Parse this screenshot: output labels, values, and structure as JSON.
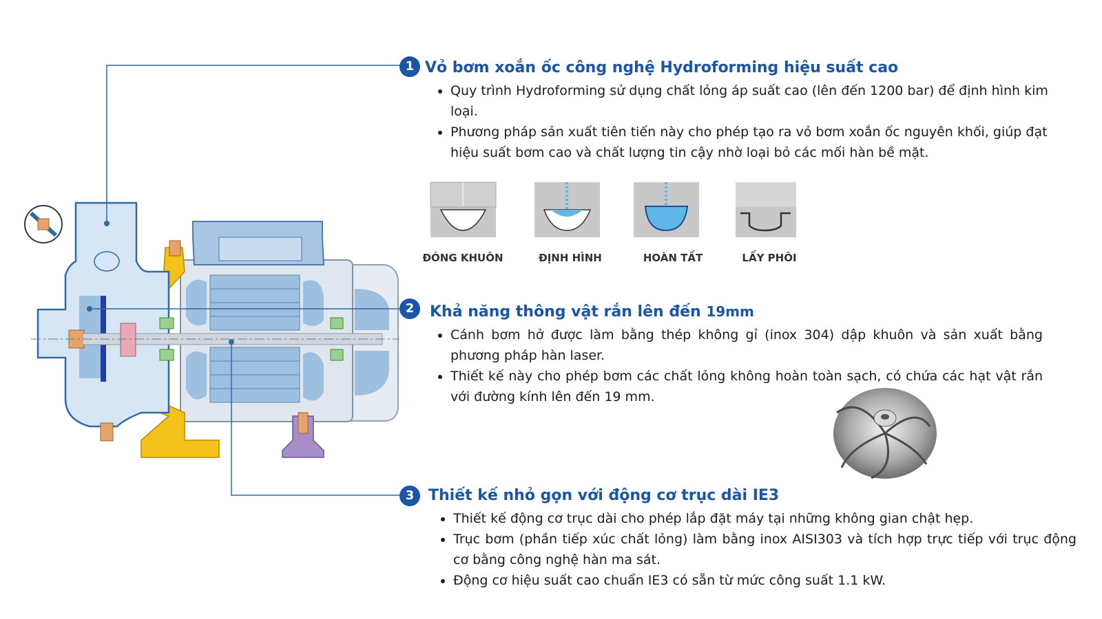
{
  "sections": [
    {
      "number": "1",
      "title": "Vỏ bơm xoắn ốc công nghệ Hydroforming hiệu suất cao",
      "bullets": [
        "Quy trình Hydroforming sử dụng chất lỏng áp suất cao (lên đến 1200 bar) để định hình kim loại.",
        "Phương pháp sản xuất tiên tiến này cho phép tạo ra vỏ bơm xoắn ốc nguyên khối, giúp đạt hiệu suất bơm cao và chất lượng tin cậy nhờ loại bỏ các mối hàn bề mặt."
      ]
    },
    {
      "number": "2",
      "title": "Khả năng thông vật rắn lên đến ",
      "title_suffix": "19mm",
      "bullets": [
        "Cánh bơm hở được làm bằng thép không gỉ (inox 304) dập khuôn và sản xuất bằng phương pháp hàn laser.",
        "Thiết kế này cho phép bơm các chất lỏng không hoàn toàn sạch, có chứa các hạt vật rắn với đường kính lên đến 19 mm."
      ]
    },
    {
      "number": "3",
      "title": "Thiết kế nhỏ gọn với động cơ trục dài IE3",
      "bullets": [
        "Thiết kế động cơ trục dài cho phép lắp đặt máy tại những không gian chật hẹp.",
        "Trục bơm (phần tiếp xúc chất lỏng) làm bằng inox AISI303 và tích hợp trực tiếp với trục động cơ bằng công nghệ hàn ma sát.",
        "Động cơ hiệu suất cao chuẩn IE3 có sẵn từ mức công suất 1.1 kW."
      ]
    }
  ],
  "process_steps": [
    "ĐÓNG KHUÔN",
    "ĐỊNH HÌNH",
    "HOÀN TẤT",
    "LẤY PHÔI"
  ],
  "colors": {
    "accent": "#1a56a8",
    "pump_blue": "#cfe0f0",
    "motor_blue": "#9dbfe0",
    "yellow": "#f4c21a",
    "purple": "#a88ec8"
  },
  "icons": [
    "pump-cross-section",
    "impeller-photo",
    "hydroforming-die-icon"
  ]
}
